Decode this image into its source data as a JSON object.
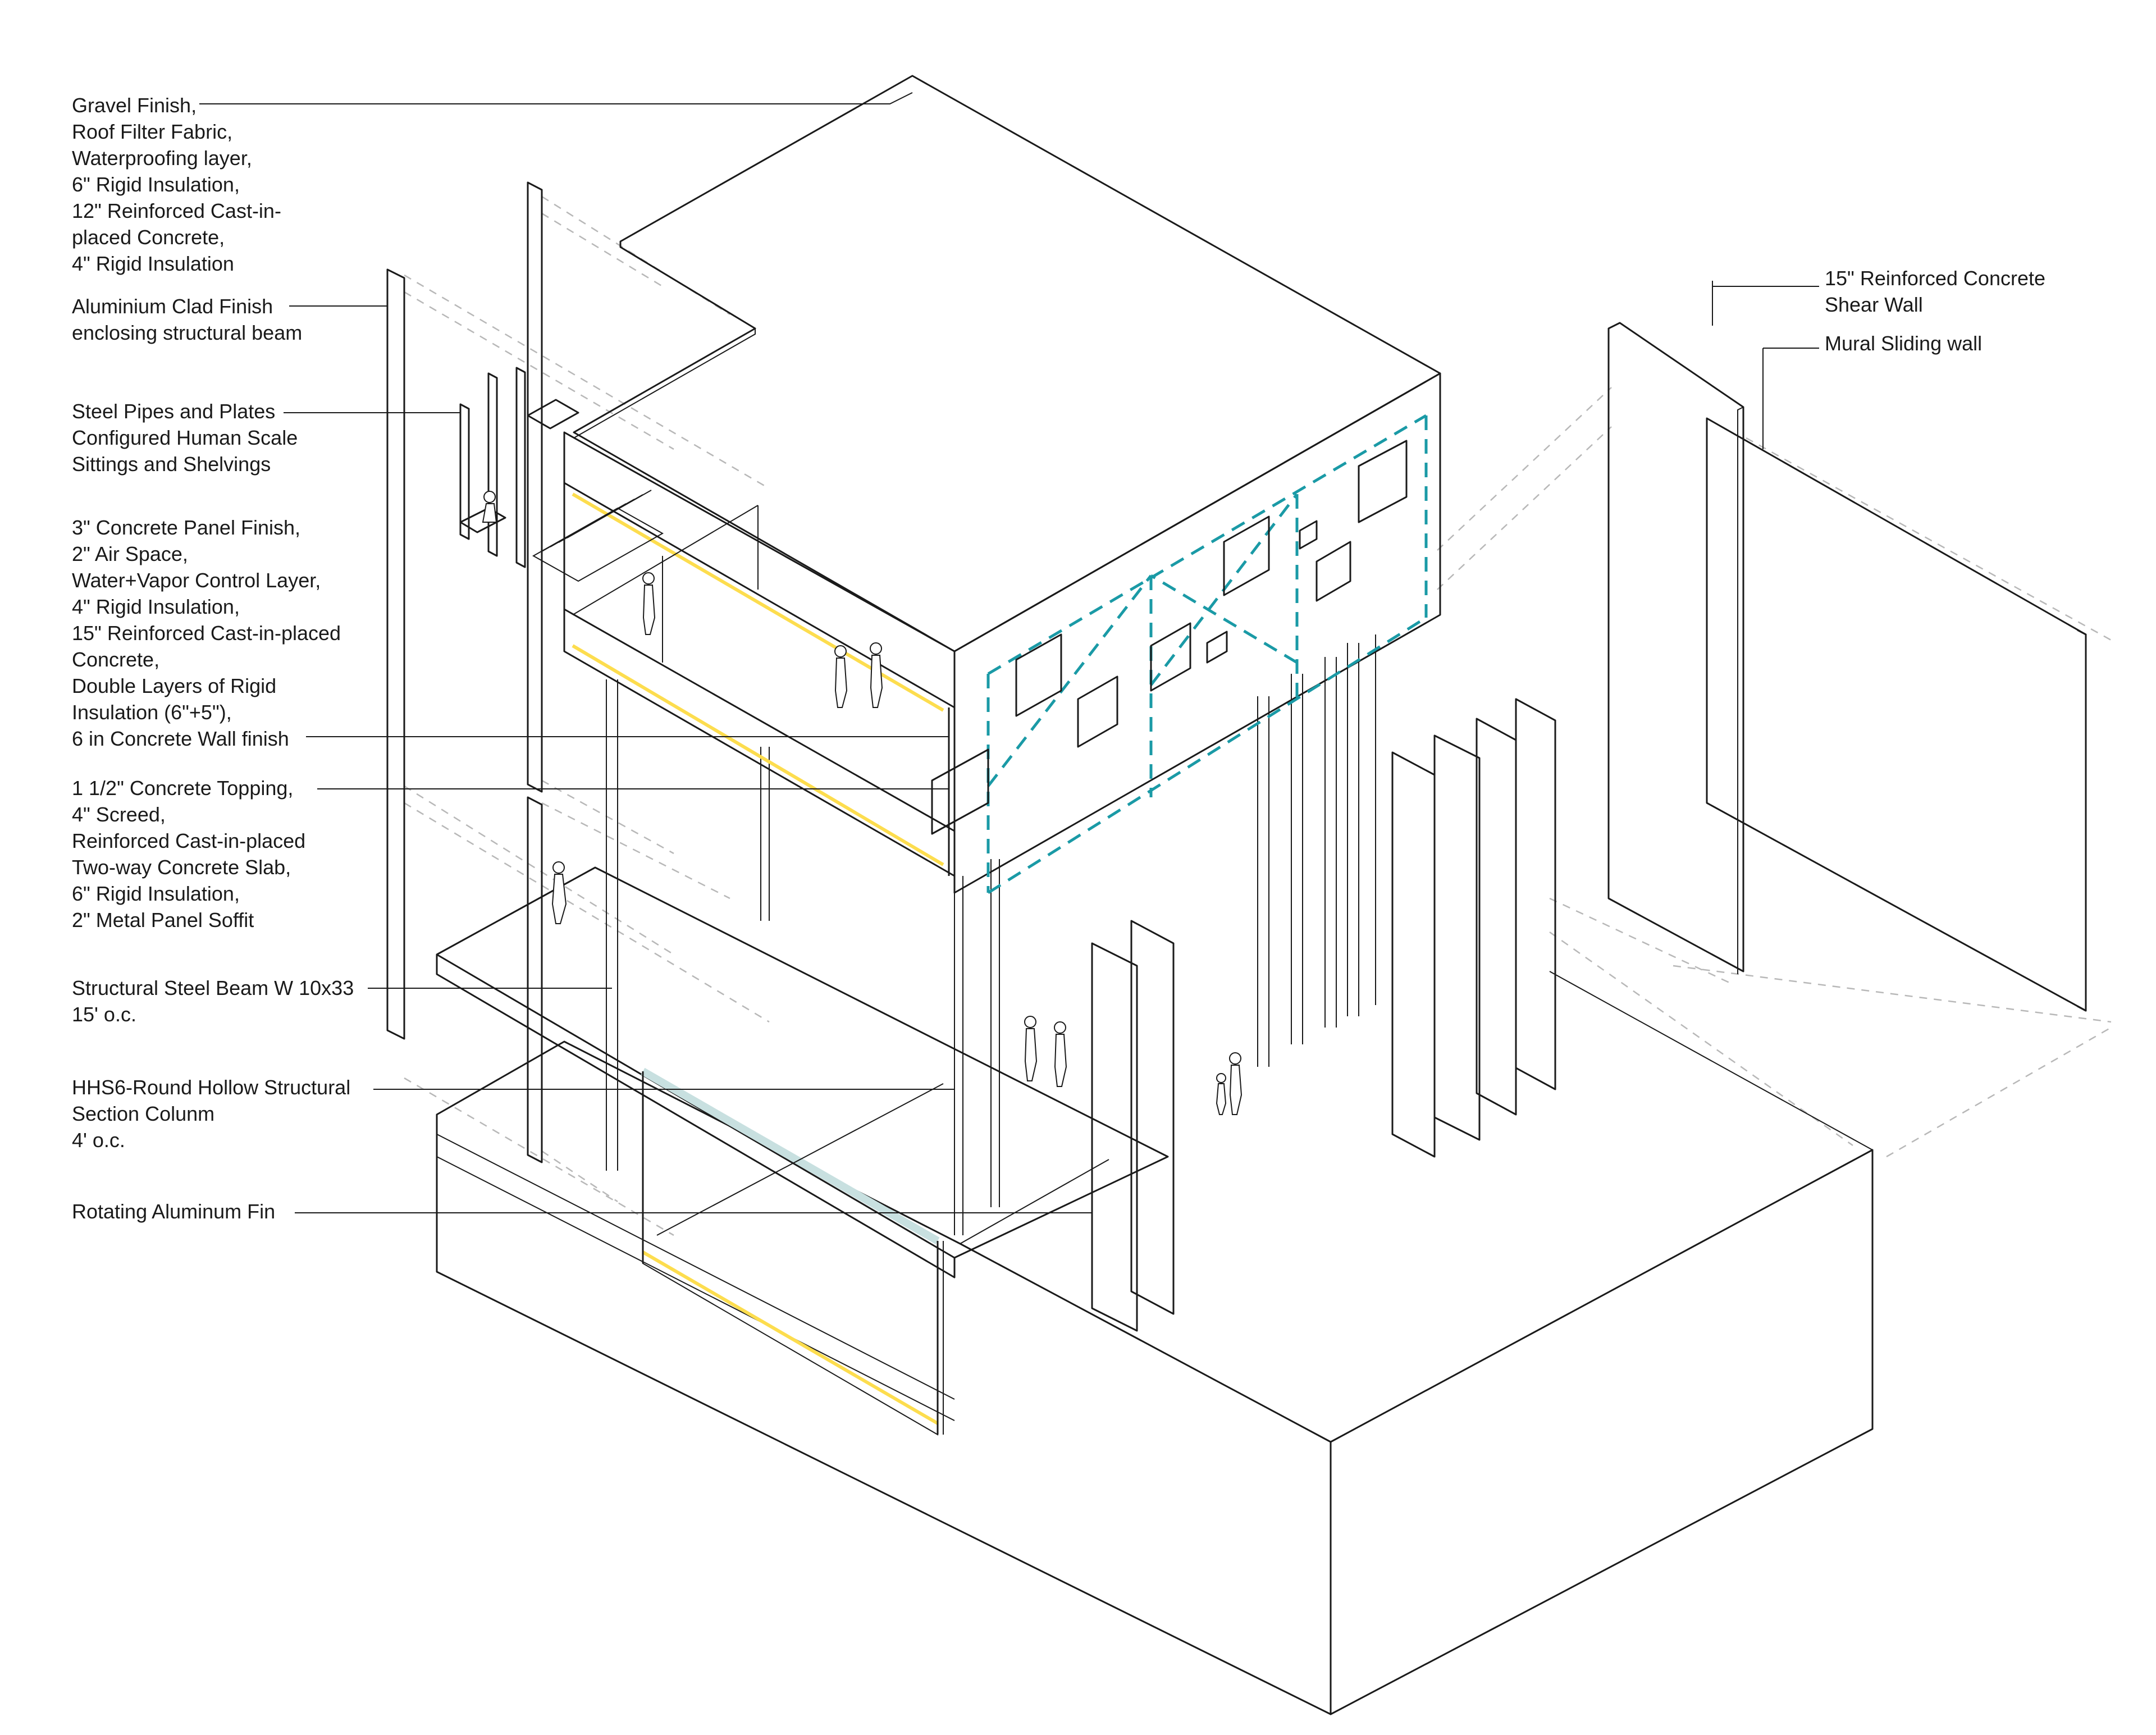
{
  "colors": {
    "fin_yellow": "#FDDD4E",
    "mural_blue": "#A3D3D9",
    "section_teal": "#C8E0E0",
    "teal_line": "#1A9AA6",
    "outline": "#1A1A1A",
    "guide_dash": "#B8B8B8",
    "face_white": "#FFFFFF",
    "face_light": "#F4F4F4"
  },
  "annotations": {
    "roof_assembly": [
      "Gravel Finish,",
      "Roof Filter Fabric,",
      "Waterproofing layer,",
      "6\" Rigid Insulation,",
      "12\" Reinforced Cast-in-",
      "placed Concrete,",
      "4\" Rigid Insulation"
    ],
    "aluminium_clad": [
      "Aluminium Clad Finish",
      "enclosing structural beam"
    ],
    "steel_pipes": [
      "Steel Pipes and Plates",
      "Configured Human Scale",
      "Sittings and Shelvings"
    ],
    "wall_assembly": [
      "3\" Concrete Panel Finish,",
      "2\" Air Space,",
      "Water+Vapor Control Layer,",
      "4\" Rigid Insulation,",
      "15\" Reinforced Cast-in-placed",
      "Concrete,",
      "Double Layers of Rigid",
      "Insulation (6\"+5\"),",
      "6 in Concrete Wall finish"
    ],
    "floor_assembly": [
      "1 1/2\" Concrete Topping,",
      "4\" Screed,",
      "Reinforced Cast-in-placed",
      "Two-way Concrete Slab,",
      "6\" Rigid Insulation,",
      "2\" Metal Panel Soffit"
    ],
    "steel_beam": [
      "Structural Steel Beam W 10x33",
      "15' o.c."
    ],
    "hhs_column": [
      "HHS6-Round Hollow Structural",
      "Section Colunm",
      "4' o.c."
    ],
    "aluminum_fin": [
      "Rotating Aluminum Fin"
    ],
    "shear_wall": [
      "15\" Reinforced Concrete",
      "Shear Wall"
    ],
    "mural_wall": [
      "Mural Sliding wall"
    ]
  }
}
